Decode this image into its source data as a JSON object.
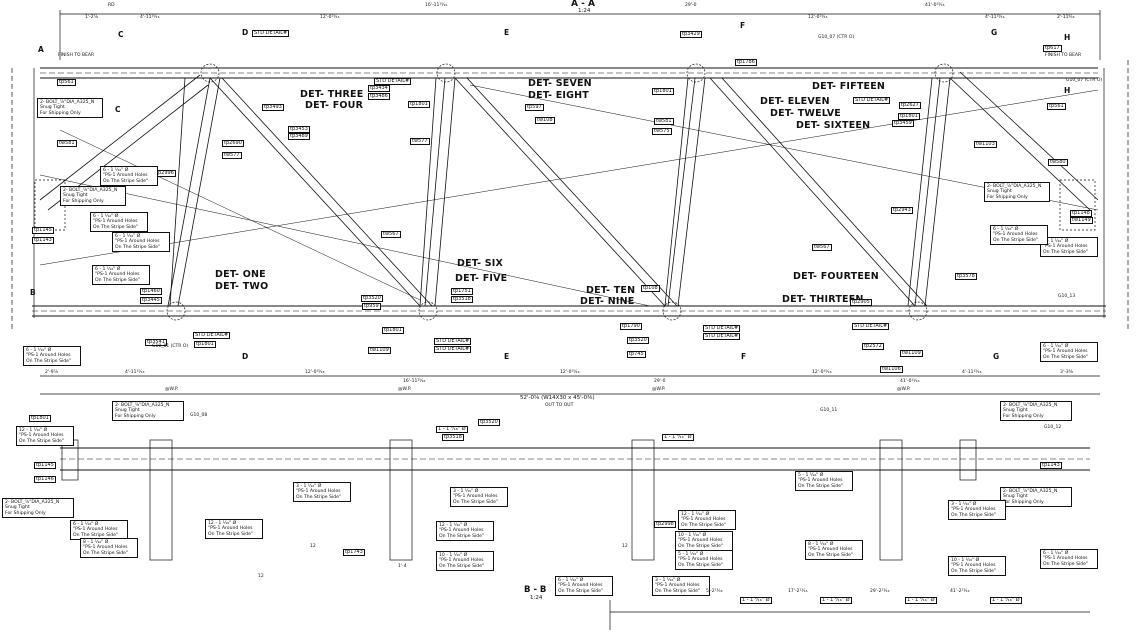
{
  "title": {
    "section": "A - A",
    "scale": "1:24"
  },
  "section_bb": {
    "label": "B - B",
    "scale": "1:24"
  },
  "det_labels": [
    "DET- THREE",
    "DET- FOUR",
    "DET- SEVEN",
    "DET- EIGHT",
    "DET- ELEVEN",
    "DET- TWELVE",
    "DET- FIFTEEN",
    "DET- SIXTEEN",
    "DET- ONE",
    "DET- TWO",
    "DET- SIX",
    "DET- FIVE",
    "DET- TEN",
    "DET- NINE",
    "DET- FOURTEEN",
    "DET- THIRTEEN"
  ],
  "top_dims": [
    "1'-2⅞",
    "4'-11¹⁵⁄₁₆",
    "12'-0¹⁵⁄₁₆",
    "16'-11¹⁵⁄₁₆",
    "29'-0",
    "12'-0¹⁵⁄₁₆",
    "41'-0¹⁵⁄₁₆",
    "4'-11¹⁵⁄₁₆",
    "2'-11⁵⁄₁₆"
  ],
  "bottom_dims": [
    "2'-9⅞",
    "4'-11¹⁵⁄₁₆",
    "12'-0¹⁵⁄₁₆",
    "16'-11¹⁵⁄₁₆",
    "12'-0¹⁵⁄₁₆",
    "29'-0",
    "12'-0¹⁵⁄₁₆",
    "41'-0¹⁵⁄₁₆",
    "4'-11¹⁵⁄₁₆",
    "3'-3⅝"
  ],
  "overall_dim": "52'-0⅝ (W14X30 x 45'-0⅜)",
  "out_to_out": "OUT TO OUT",
  "wp": "@W.P.",
  "rd": "RD",
  "finish_to_bear": "FINISH TO BEAR",
  "section_markers": [
    "A",
    "B",
    "C",
    "C",
    "D",
    "D",
    "E",
    "E",
    "F",
    "F",
    "G",
    "G",
    "H",
    "H"
  ],
  "part_tags": [
    "tp561",
    "tp1145",
    "tw581",
    "tp1143",
    "tp2996",
    "tp2690",
    "tw577",
    "tp3493",
    "tp3453",
    "tp3489",
    "tw567",
    "tp1801",
    "tp1460",
    "tp3445",
    "tp3541",
    "tp1751",
    "tp3518",
    "tp3520",
    "tp959",
    "tp1801",
    "tp3434",
    "tp3486",
    "tw577",
    "tp597",
    "tw108",
    "tw1109",
    "tp1801",
    "tp1801",
    "tp3520",
    "tp745",
    "tw581",
    "tw575",
    "tp3429",
    "tp1786",
    "tp2627",
    "tp3459",
    "tw1103",
    "tw580",
    "tp2943",
    "tw1149",
    "tp3578",
    "tp2905",
    "tp1143",
    "tp1148",
    "tw567",
    "tp561",
    "tp1801",
    "tp617",
    "tw1109",
    "tp1790",
    "tp108",
    "tp2572",
    "tw1106",
    "tp1801",
    "tp3520",
    "tp1743",
    "tp2998",
    "tp3518",
    "tp1145",
    "tp1146",
    "tp1143"
  ],
  "std_detail": "STD DETAIL#",
  "notes": {
    "bolt": "2- BOLT_⅞\"DIA_A325_N\nSnug Tight\nFor Shipping Only",
    "holes6": "6 - 1 ¹⁄₁₆\" Ø\n\"PS-1 Around Holes\nOn The Stripe Side\"",
    "holes12": "12 - 1 ¹⁄₁₆\" Ø\n\"PS-1 Around Holes\nOn The Stripe Side\"",
    "holes3": "3 - 1 ¹⁄₁₆\" Ø\n\"PS-1 Around Holes\nOn The Stripe Side\"",
    "holes10": "10 - 1 ¹⁄₁₆\" Ø\n\"PS-1 Around Holes\nOn The Stripe Side\"",
    "holes5": "5 - 1 ¹⁄₁₆\" Ø\n\"PS-1 Around Holes\nOn The Stripe Side\"",
    "holes8": "8 - 1 ¹⁄₁₆\" Ø\n\"PS-1 Around Holes\nOn The Stripe Side\""
  },
  "ctr_labels": [
    "G10_01 (CTR O)",
    "G10_07 (CTR O)",
    "G10_08",
    "G10_11",
    "G10_12",
    "G10_13",
    "G10_07 (CTR O)"
  ],
  "bb_dims": [
    "5'-2¹³⁄₁₆",
    "17'-2¹³⁄₁₆",
    "29'-2¹³⁄₁₆",
    "41'-2¹³⁄₁₆"
  ],
  "hole_callout": "1 - 1 ¹⁄₁₆\" Ø",
  "gauge_vals": [
    "12",
    "1'-4",
    "12",
    "12"
  ]
}
